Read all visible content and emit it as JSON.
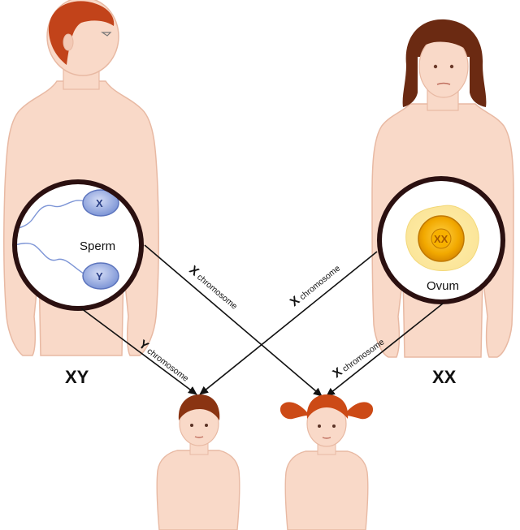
{
  "father": {
    "genotype": "XY"
  },
  "mother": {
    "genotype": "XX"
  },
  "sperm_inset": {
    "label": "Sperm",
    "cell_top_chromosome": "X",
    "cell_bottom_chromosome": "Y"
  },
  "ovum_inset": {
    "label": "Ovum",
    "chromosomes": "XX"
  },
  "arrows": [
    {
      "id": "father-to-girl",
      "letter": "X",
      "word": "chromosome"
    },
    {
      "id": "father-to-boy",
      "letter": "Y",
      "word": "chromosome"
    },
    {
      "id": "mother-to-boy",
      "letter": "X",
      "word": "chromosome"
    },
    {
      "id": "mother-to-girl",
      "letter": "X",
      "word": "chromosome"
    }
  ],
  "colors": {
    "skin": "#f9d9c8",
    "skin_outline": "#e8b9a3",
    "male_hair": "#c2431a",
    "female_hair": "#6b2a12",
    "girl_hair": "#cc4a16",
    "boy_hair": "#8a3412",
    "inset_ring": "#2b1010",
    "sperm_blue": "#7d95d6",
    "ovum_gold": "#f2a900",
    "arrow": "#111111"
  }
}
